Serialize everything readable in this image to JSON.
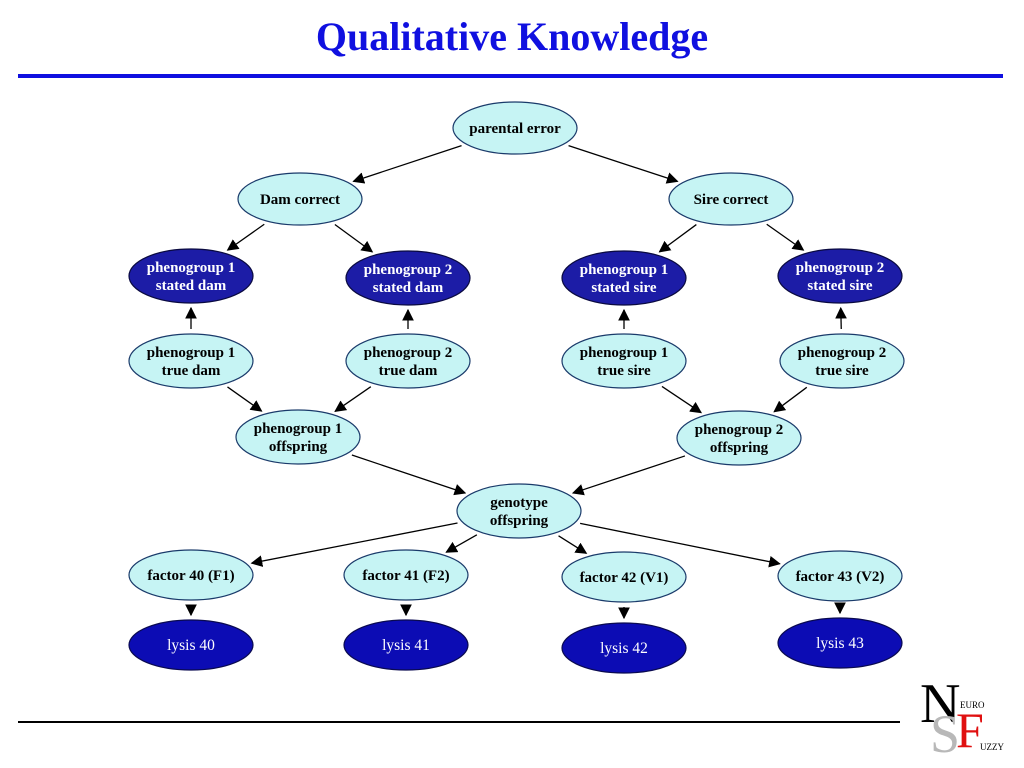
{
  "title": "Qualitative Knowledge",
  "nodes": {
    "parental_error": [
      "parental error"
    ],
    "dam_correct": [
      "Dam correct"
    ],
    "sire_correct": [
      "Sire correct"
    ],
    "pg1_stated_dam": [
      "phenogroup 1",
      "stated dam"
    ],
    "pg2_stated_dam": [
      "phenogroup 2",
      "stated dam"
    ],
    "pg1_stated_sire": [
      "phenogroup 1",
      "stated sire"
    ],
    "pg2_stated_sire": [
      "phenogroup 2",
      "stated sire"
    ],
    "pg1_true_dam": [
      "phenogroup 1",
      "true dam"
    ],
    "pg2_true_dam": [
      "phenogroup 2",
      "true dam"
    ],
    "pg1_true_sire": [
      "phenogroup 1",
      "true sire"
    ],
    "pg2_true_sire": [
      "phenogroup 2",
      "true sire"
    ],
    "pg1_offspring": [
      "phenogroup 1",
      "offspring"
    ],
    "pg2_offspring": [
      "phenogroup 2",
      "offspring"
    ],
    "genotype_offspring": [
      "genotype",
      "offspring"
    ],
    "factor40": [
      "factor 40 (F1)"
    ],
    "factor41": [
      "factor 41 (F2)"
    ],
    "factor42": [
      "factor 42 (V1)"
    ],
    "factor43": [
      "factor 43 (V2)"
    ],
    "lysis40": [
      "lysis 40"
    ],
    "lysis41": [
      "lysis 41"
    ],
    "lysis42": [
      "lysis 42"
    ],
    "lysis43": [
      "lysis 43"
    ]
  },
  "edges": [
    [
      "parental_error",
      "dam_correct"
    ],
    [
      "parental_error",
      "sire_correct"
    ],
    [
      "dam_correct",
      "pg1_stated_dam"
    ],
    [
      "dam_correct",
      "pg2_stated_dam"
    ],
    [
      "sire_correct",
      "pg1_stated_sire"
    ],
    [
      "sire_correct",
      "pg2_stated_sire"
    ],
    [
      "pg1_true_dam",
      "pg1_stated_dam"
    ],
    [
      "pg2_true_dam",
      "pg2_stated_dam"
    ],
    [
      "pg1_true_sire",
      "pg1_stated_sire"
    ],
    [
      "pg2_true_sire",
      "pg2_stated_sire"
    ],
    [
      "pg1_true_dam",
      "pg1_offspring"
    ],
    [
      "pg2_true_dam",
      "pg1_offspring"
    ],
    [
      "pg1_true_sire",
      "pg2_offspring"
    ],
    [
      "pg2_true_sire",
      "pg2_offspring"
    ],
    [
      "pg1_offspring",
      "genotype_offspring"
    ],
    [
      "pg2_offspring",
      "genotype_offspring"
    ],
    [
      "genotype_offspring",
      "factor40"
    ],
    [
      "genotype_offspring",
      "factor41"
    ],
    [
      "genotype_offspring",
      "factor42"
    ],
    [
      "genotype_offspring",
      "factor43"
    ],
    [
      "factor40",
      "lysis40"
    ],
    [
      "factor41",
      "lysis41"
    ],
    [
      "factor42",
      "lysis42"
    ],
    [
      "factor43",
      "lysis43"
    ]
  ],
  "logo": {
    "letter_n": "N",
    "letter_s": "S",
    "letter_f": "F",
    "euro": "EURO",
    "uzzy": "UZZY"
  }
}
